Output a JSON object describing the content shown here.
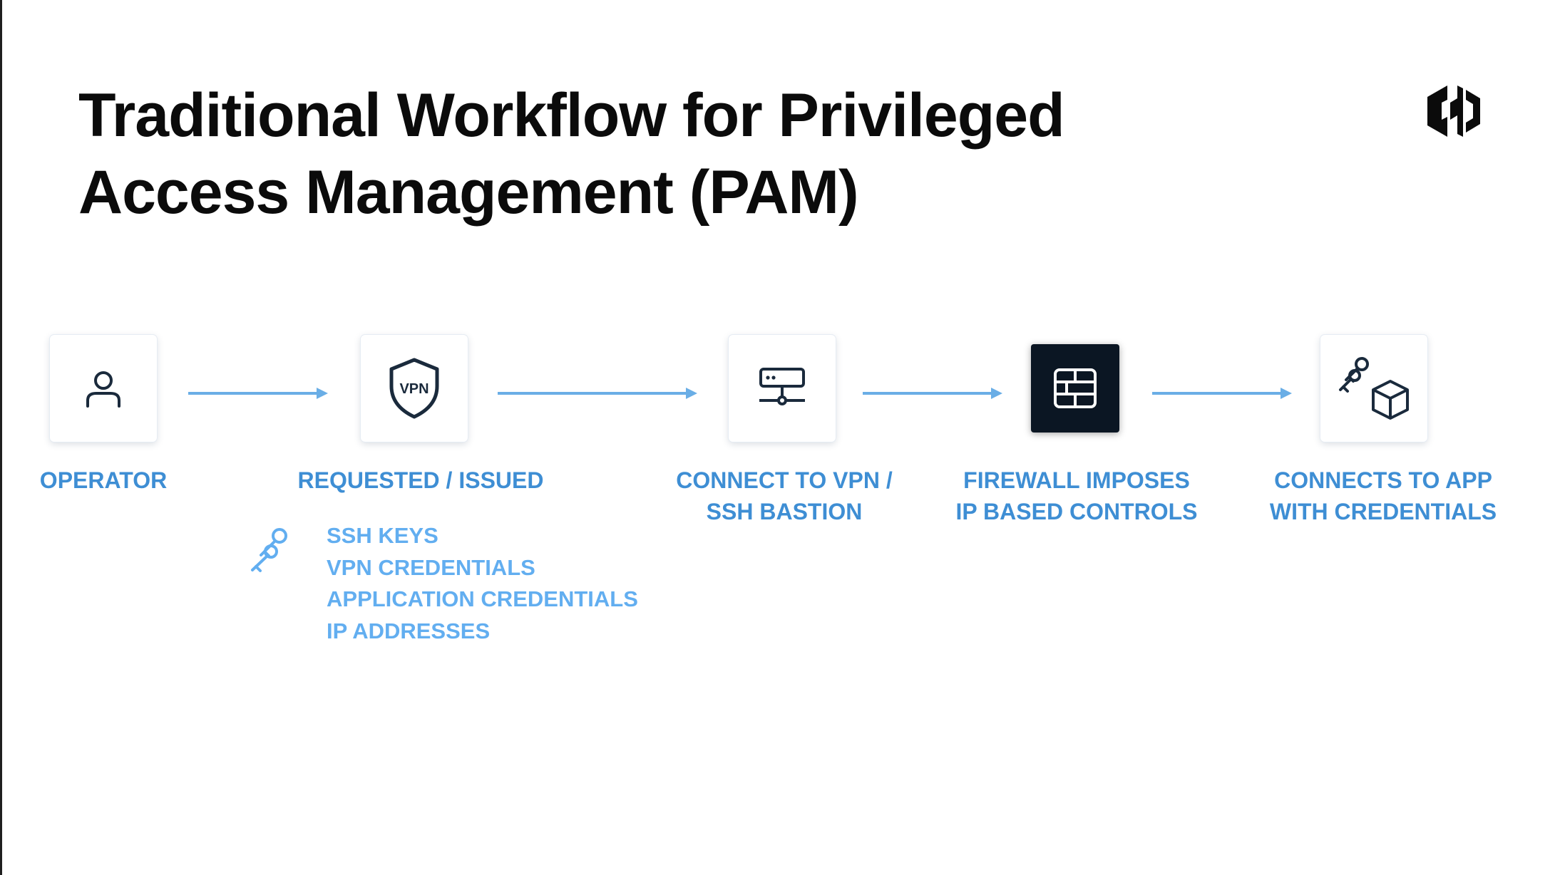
{
  "title": {
    "line1": "Traditional Workflow for Privileged",
    "line2": "Access Management (PAM)"
  },
  "logo": {
    "icon": "hashicorp-logo-icon"
  },
  "workflow": {
    "steps": [
      {
        "icon": "user-icon",
        "label_line1": "OPERATOR",
        "label_line2": ""
      },
      {
        "icon": "vpn-shield-icon",
        "icon_text": "VPN",
        "label_line1": "REQUESTED / ISSUED",
        "label_line2": ""
      },
      {
        "icon": "server-network-icon",
        "label_line1": "CONNECT TO VPN /",
        "label_line2": "SSH BASTION"
      },
      {
        "icon": "firewall-icon",
        "label_line1": "FIREWALL IMPOSES",
        "label_line2": "IP BASED CONTROLS"
      },
      {
        "icon": "keys-and-box-icon",
        "label_line1": "CONNECTS TO APP",
        "label_line2": "WITH CREDENTIALS"
      }
    ],
    "issued_items": {
      "icon": "keys-icon",
      "items": [
        "SSH KEYS",
        "VPN CREDENTIALS",
        "APPLICATION CREDENTIALS",
        "IP ADDRESSES"
      ]
    }
  },
  "colors": {
    "label": "#3e8ed4",
    "list": "#62aef0",
    "arrow": "#6aaee6",
    "icon_stroke": "#1a2a3c",
    "dark_node": "#0b1623"
  }
}
